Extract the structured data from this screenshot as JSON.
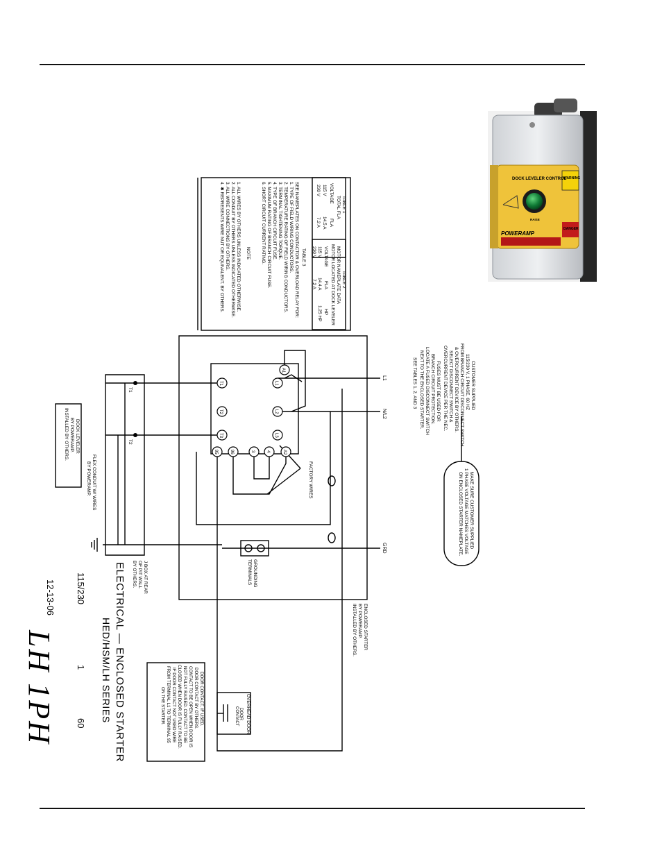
{
  "photo": {
    "panel_title": "DOCK LEVELER CONTROL",
    "button_label": "RAISE",
    "warning_label": "WARNING",
    "danger_label": "DANGER",
    "brand": "POWERAMP"
  },
  "table1": {
    "title": "TABLE 1",
    "subtitle": "TOTAL FLA",
    "headers": [
      "VOLTAGE",
      "FLA"
    ],
    "rows": [
      [
        "115 V",
        "14.5 A"
      ],
      [
        "230 V",
        "7.2 A"
      ]
    ]
  },
  "table2": {
    "title": "TABLE 2",
    "subtitle1": "MOTOR NAMEPLATE DATA",
    "subtitle2": "MOTOR LOCATED AT DOCK LEVELER",
    "headers": [
      "VOLTAGE",
      "FLA",
      "HP"
    ],
    "rows": [
      [
        "115 V",
        "14.4 A",
        "1.25 HP"
      ],
      [
        "230 V",
        "7.2 A",
        ""
      ]
    ]
  },
  "table3": {
    "title": "TABLE 3",
    "intro": "SEE NAMEPLATES ON CONTACTOR & OVERLOAD RELAY FOR:",
    "items": [
      "1. TYPE OF FIELD WIRING CONDUCTORS.",
      "2. TEMPERATURE RATING OF FIELD WIRING CONDUCTORS.",
      "3. TERMINAL TIGHTENING TORQUE.",
      "4. TYPE OF BRANCH CIRCUIT FUSE.",
      "5. MAXIMUM RATING OF BRANCH CIRCUIT FUSE.",
      "6. SHORT CIRCUIT CURRENT RATING."
    ]
  },
  "notes": {
    "title": "NOTE",
    "items": [
      "1. ALL WIRES BY OTHERS UNLESS INDICATED OTHERWISE.",
      "2. ALL CONDUIT BY OTHERS UNLESS INDICATED OTHERWISE.",
      "3. ALL WIRE CONNECTIONS BY OTHERS.",
      "4. ✱ REPRESENTS WIRE NUT OR EQUIVALENT.  BY OTHERS."
    ]
  },
  "supply_note": [
    "CUSTOMER SUPPLIED",
    "115/230 V, 1 PHASE, 60 HZ",
    "FROM BRANCH CIRCUIT DISCONNECT SWITCH",
    "& OVERCURRENT DEVICE BY OTHERS.",
    "SELECT DISCONNECT SWITCH &",
    "OVERCURRENT DEVICE PER THE NEC.",
    "FUSES MUST BE USED FOR",
    "BRANCH CIRCUIT PROTECTION.",
    "LOCATE A FUSED DISCONNECT SWITCH",
    "NEXT TO THE ENCLOSED STARTER.",
    "SEE TABLES 1, 2, AND 3"
  ],
  "callout": [
    "MAKE SURE CUSTOMER SUPPLIED",
    "1 PHASE VOLTAGE MATCHES VOLTAGE",
    "ON ENCLOSED STARTER NAMEPLATE."
  ],
  "lines": {
    "l1": "L1",
    "n": "N/L2",
    "grd": "GRD"
  },
  "terminals": {
    "top": [
      "A1",
      "L1",
      "L2",
      "L3"
    ],
    "bottom": [
      "T1",
      "T2",
      "T3",
      "95",
      "96",
      "3",
      "4",
      "A2"
    ]
  },
  "labels": {
    "factory_wires": "FACTORY WIRES",
    "grounding": [
      "GROUNDING",
      "TERMINALS"
    ],
    "enclosed_starter": [
      "ENCLOSED STARTER",
      "BY POWERAMP.",
      "INSTALLED BY OTHERS."
    ],
    "t1": "T1",
    "t2": "T2",
    "dock_leveler": [
      "DOCK LEVELER",
      "BY POWERAMP.",
      "INSTALLED BY OTHERS."
    ],
    "flex_conduit": [
      "FLEX CONDUIT W/ WIRES",
      "BY POWERAMP."
    ],
    "jbox": [
      "J BOX AT REAR",
      "OF PIT WALL",
      "BY OTHERS."
    ],
    "overhead_door": "OVERHEAD DOOR",
    "door_contact": [
      "DOOR",
      "CONTACT"
    ],
    "door_note": [
      "DOOR CONTACT, IF USED.",
      "DOOR CONTACT BY OTHERS.",
      "CONTACT TO BE OPEN WHEN DOOR IS",
      "NOT FULLY RAISED. CONTACT TO BE",
      "CLOSED WHEN DOOR IS FULLY RAISED.",
      "IF DOOR CONTACT NOT USED WIRE",
      "FROM TERMINAL L1 TO TERMINAL 95",
      "ON THE STARTER."
    ]
  },
  "title_block": {
    "title": "ELECTRICAL  —  ENCLOSED  STARTER",
    "series": "HED/HSM/LH  SERIES",
    "voltage": "115/230",
    "phase": "1",
    "hz": "60",
    "date": "12-13-06",
    "model": "LH 1PH"
  }
}
